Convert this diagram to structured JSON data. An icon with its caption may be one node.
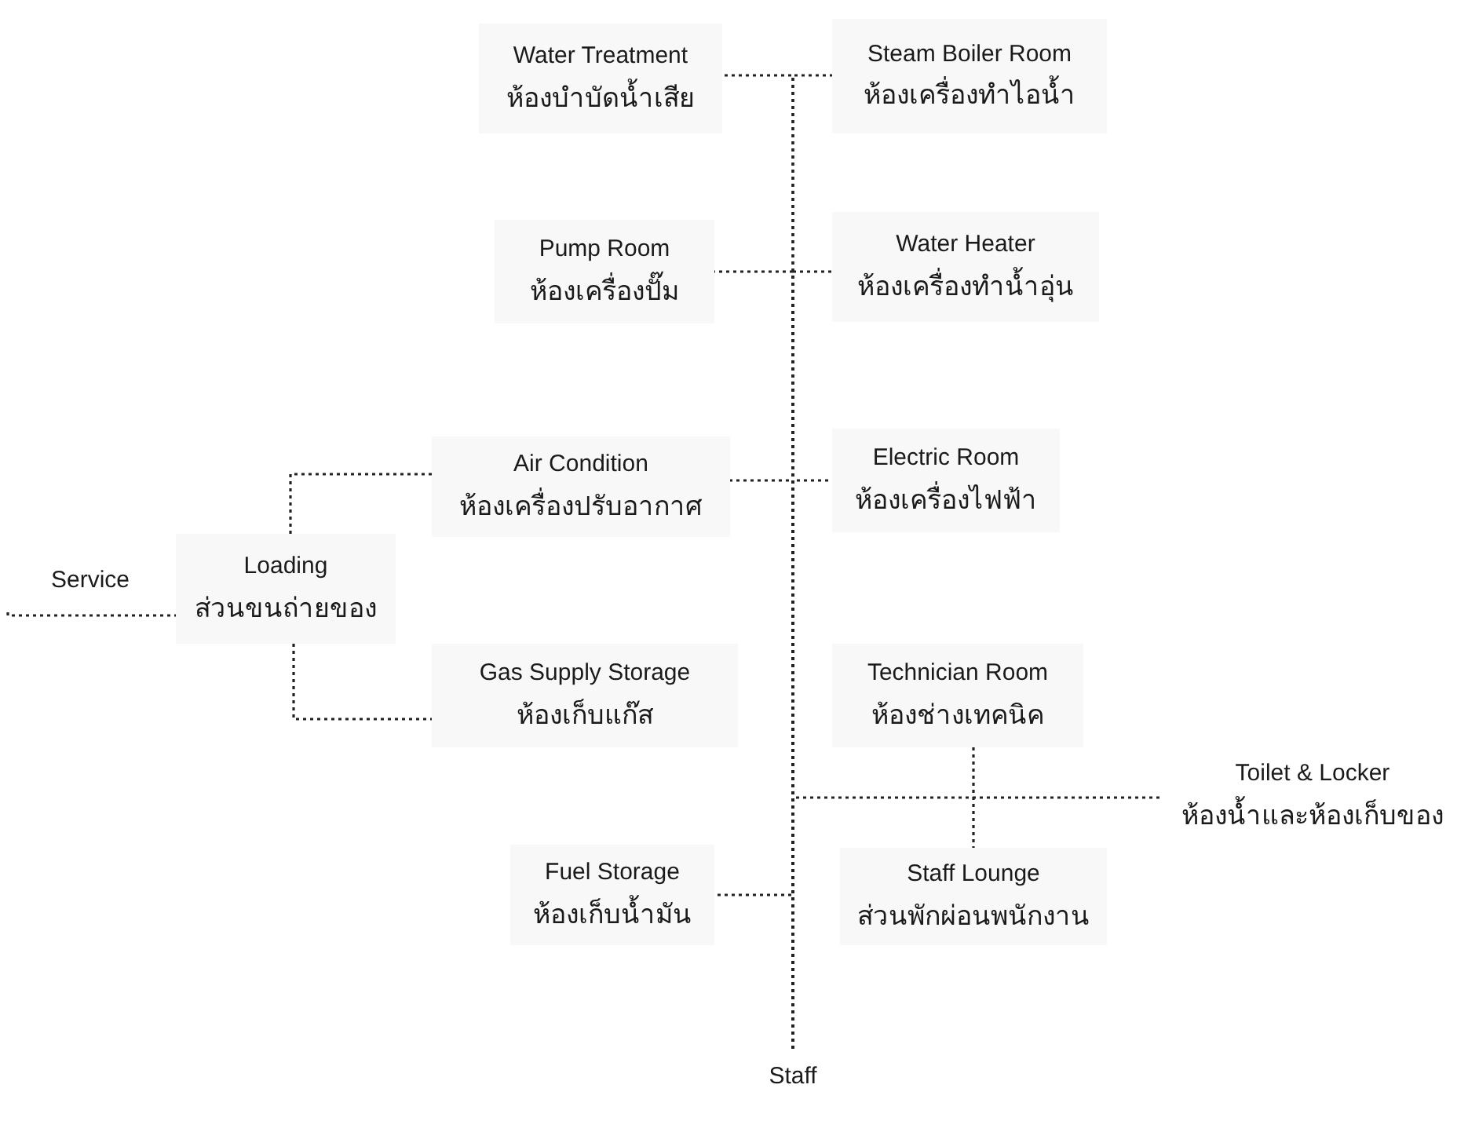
{
  "diagram": {
    "nodes": [
      {
        "text": [
          "Water Treatment",
          "ห้องบำบัดน้ำเสีย"
        ]
      },
      {
        "text": [
          "Steam Boiler Room",
          "ห้องเครื่องทำไอน้ำ"
        ]
      },
      {
        "text": [
          "Pump Room",
          "ห้องเครื่องปั๊ม"
        ]
      },
      {
        "text": [
          "Water Heater",
          "ห้องเครื่องทำน้ำอุ่น"
        ]
      },
      {
        "text": [
          "Air Condition",
          "ห้องเครื่องปรับอากาศ"
        ]
      },
      {
        "text": [
          "Electric Room",
          "ห้องเครื่องไฟฟ้า"
        ]
      },
      {
        "text": [
          "Service"
        ]
      },
      {
        "text": [
          "Loading",
          "ส่วนขนถ่ายของ"
        ]
      },
      {
        "text": [
          "Gas Supply Storage",
          "ห้องเก็บแก๊ส"
        ]
      },
      {
        "text": [
          "Technician Room",
          "ห้องช่างเทคนิค"
        ]
      },
      {
        "text": [
          "Toilet & Locker",
          "ห้องน้ำและห้องเก็บของ"
        ]
      },
      {
        "text": [
          "Fuel Storage",
          "ห้องเก็บน้ำมัน"
        ]
      },
      {
        "text": [
          "Staff Lounge",
          "ส่วนพักผ่อนพนักงาน"
        ]
      },
      {
        "text": [
          "Staff"
        ]
      }
    ],
    "edges": [
      {
        "from": 13,
        "to": 0,
        "arrow": "none",
        "style": "dashed"
      },
      {
        "from": 13,
        "to": 1,
        "arrow": "none",
        "style": "dashed"
      },
      {
        "from": 13,
        "to": 2,
        "arrow": "none",
        "style": "dashed"
      },
      {
        "from": 13,
        "to": 3,
        "arrow": "none",
        "style": "dashed"
      },
      {
        "from": 13,
        "to": 4,
        "arrow": "none",
        "style": "dashed"
      },
      {
        "from": 13,
        "to": 5,
        "arrow": "none",
        "style": "dashed"
      },
      {
        "from": 13,
        "to": 10,
        "arrow": "none",
        "style": "dashed"
      },
      {
        "from": 13,
        "to": 11,
        "arrow": "none",
        "style": "dashed"
      },
      {
        "from": 9,
        "to": 12,
        "arrow": "none",
        "style": "dashed"
      },
      {
        "from": 6,
        "to": 7,
        "arrow": "none",
        "style": "dashed"
      },
      {
        "from": 7,
        "to": 4,
        "arrow": "none",
        "style": "dashed"
      },
      {
        "from": 7,
        "to": 8,
        "arrow": "none",
        "style": "dashed"
      }
    ]
  }
}
